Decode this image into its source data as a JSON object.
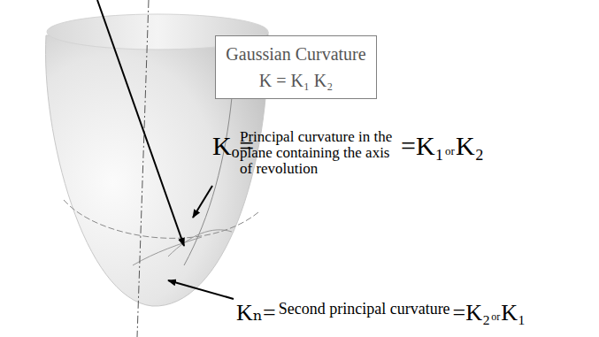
{
  "diagram": {
    "nodes": [
      {
        "text": [
          "Gaussian Curvature",
          "K = K₁ K₂"
        ]
      }
    ],
    "labels": [
      "Kₒ=",
      "Principal curvature in the plane containing the axis of revolution",
      "=K₁",
      "or",
      "K₂",
      "Kₙ=",
      "Second principal curvature",
      "=K₂",
      "or",
      "K₁"
    ]
  }
}
